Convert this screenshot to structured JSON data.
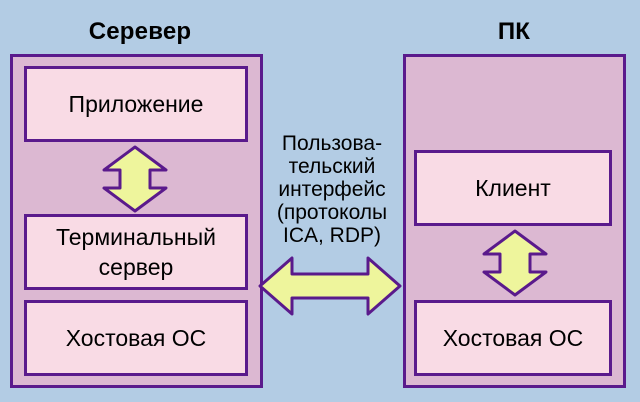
{
  "server": {
    "title": "Серевер",
    "blocks": [
      "Приложение",
      "Терминальный\nсервер",
      "Хостовая ОС"
    ]
  },
  "pc": {
    "title": "ПК",
    "blocks": [
      "Клиент",
      "Хостовая ОС"
    ]
  },
  "interface_label": "Пользова-\nтельский\nинтерфейс\n(протоколы\nICA, RDP)",
  "colors": {
    "background": "#b3cce4",
    "border": "#5a1a8c",
    "panel": "#dcb8d2",
    "block": "#f9dbe5",
    "arrow_fill": "#eef59c"
  }
}
